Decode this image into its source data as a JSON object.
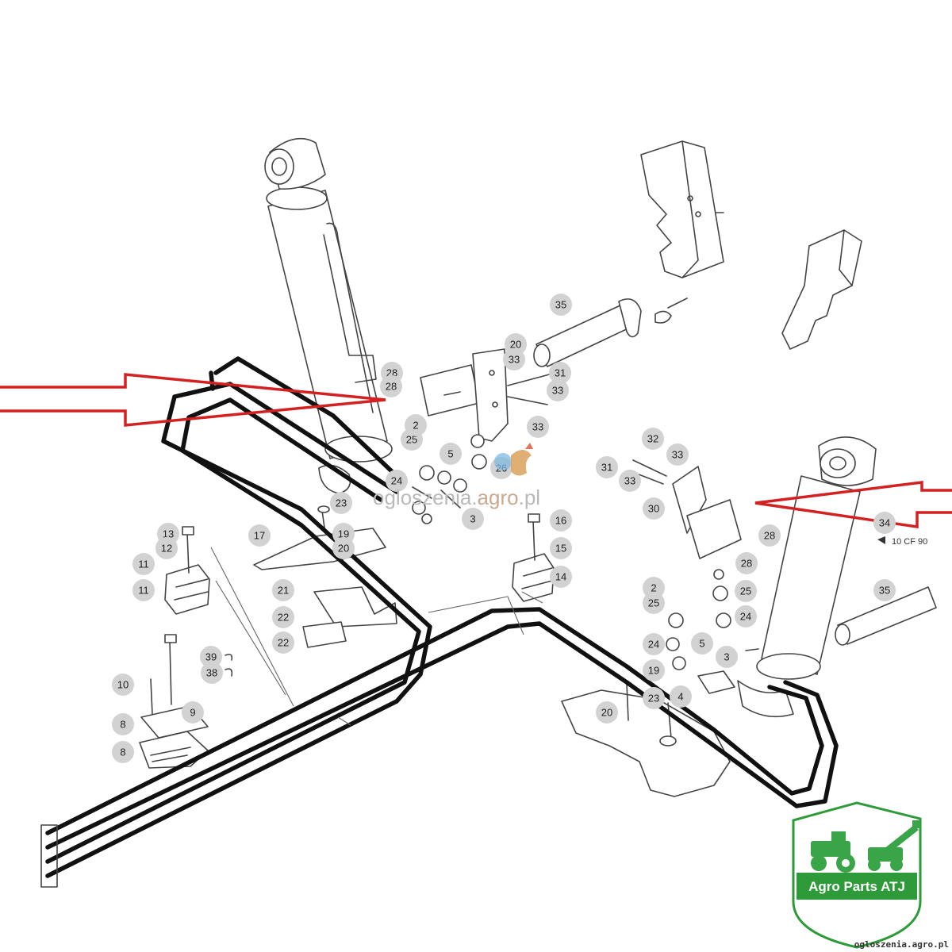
{
  "colors": {
    "arrow": "#d42020",
    "hose": "#111111",
    "callout_bg": "#d2d2d2",
    "logo_green": "#2e9a3a",
    "watermark": "#b9b9b9"
  },
  "watermark": {
    "text_a": "ogloszenia.",
    "text_b": "agro",
    "text_c": ".pl"
  },
  "footer_site": "ogloszenia.agro.pl",
  "logo": {
    "label": "Agro Parts ATJ",
    "icons": [
      "tractor-icon",
      "telehandler-icon"
    ]
  },
  "part_code": "10 CF 90",
  "callouts": [
    "35",
    "20",
    "33",
    "31",
    "33",
    "28",
    "28",
    "33",
    "25",
    "2",
    "5",
    "24",
    "26",
    "23",
    "3",
    "32",
    "33",
    "31",
    "33",
    "30",
    "34",
    "28",
    "28",
    "13",
    "12",
    "11",
    "11",
    "17",
    "19",
    "20",
    "16",
    "15",
    "14",
    "21",
    "22",
    "22",
    "2",
    "25",
    "24",
    "5",
    "3",
    "35",
    "39",
    "38",
    "10",
    "9",
    "8",
    "8",
    "20",
    "19",
    "23",
    "4",
    "24",
    "25"
  ]
}
